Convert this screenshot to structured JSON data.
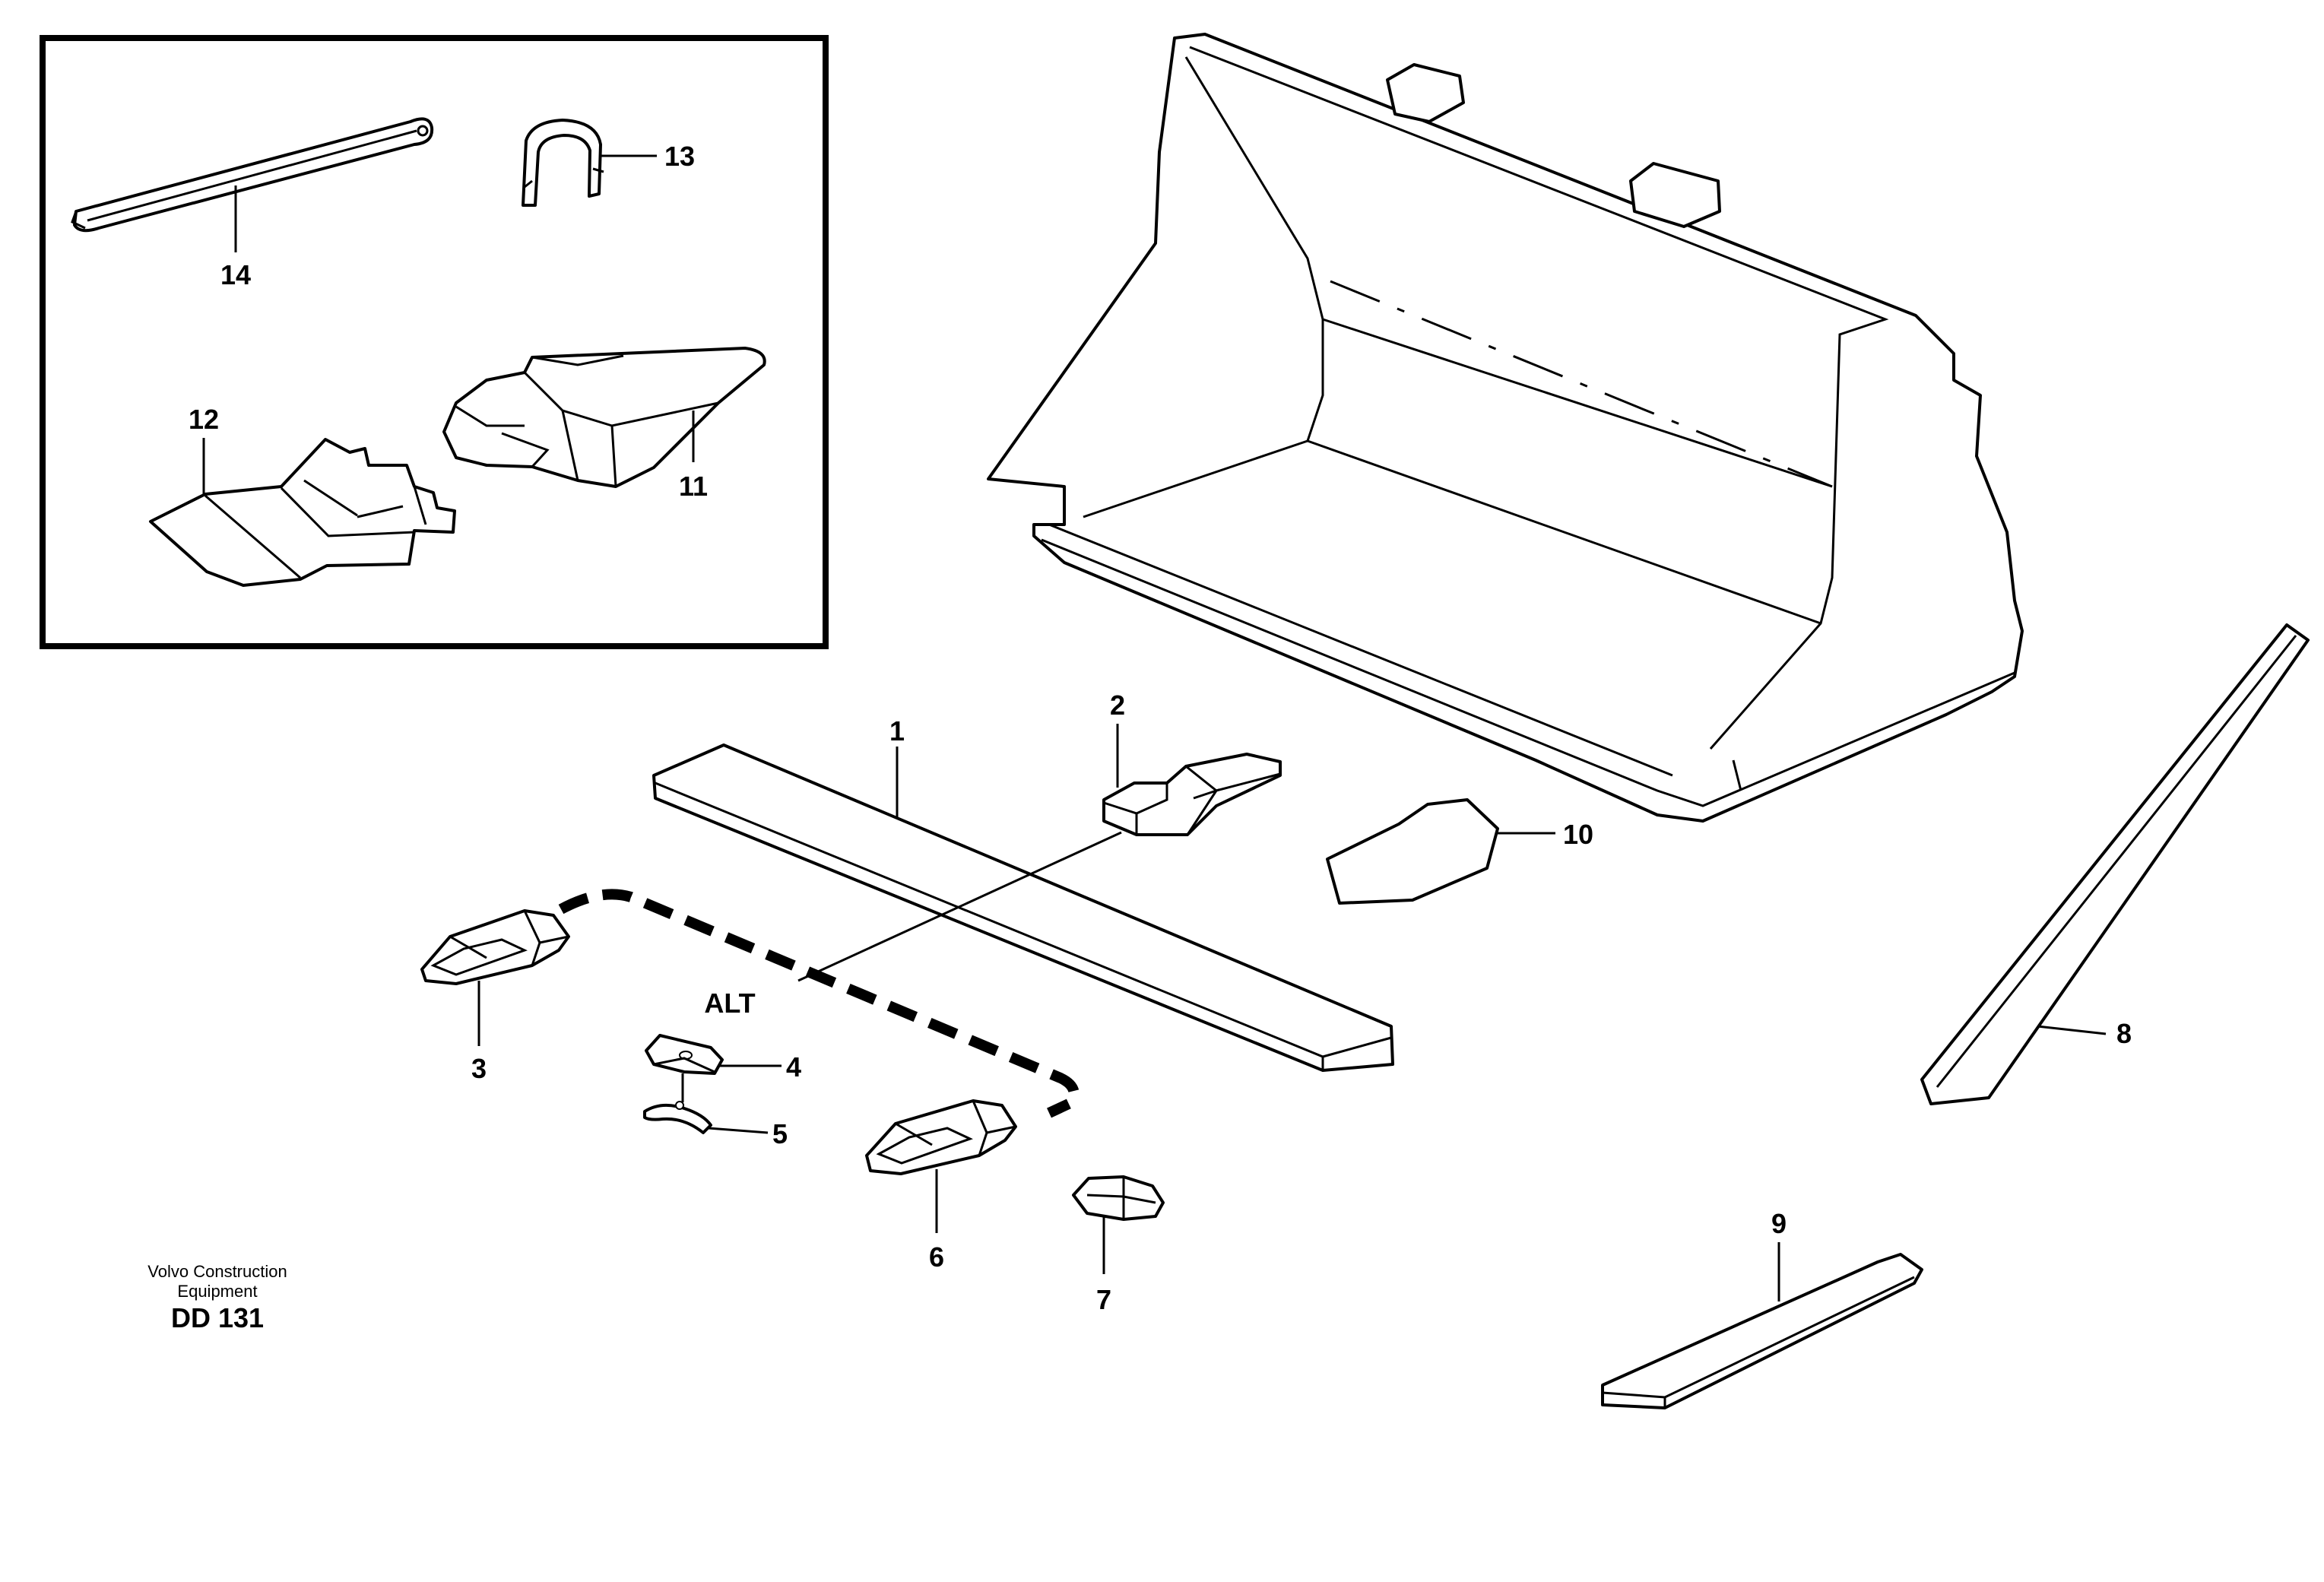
{
  "callouts": {
    "c1": "1",
    "c2": "2",
    "c3": "3",
    "c4": "4",
    "c5": "5",
    "c6": "6",
    "c7": "7",
    "c8": "8",
    "c9": "9",
    "c10": "10",
    "c11": "11",
    "c12": "12",
    "c13": "13",
    "c14": "14"
  },
  "alt_label": "ALT",
  "footer": {
    "maker_line1": "Volvo Construction",
    "maker_line2": "Equipment",
    "code": "DD 131"
  }
}
